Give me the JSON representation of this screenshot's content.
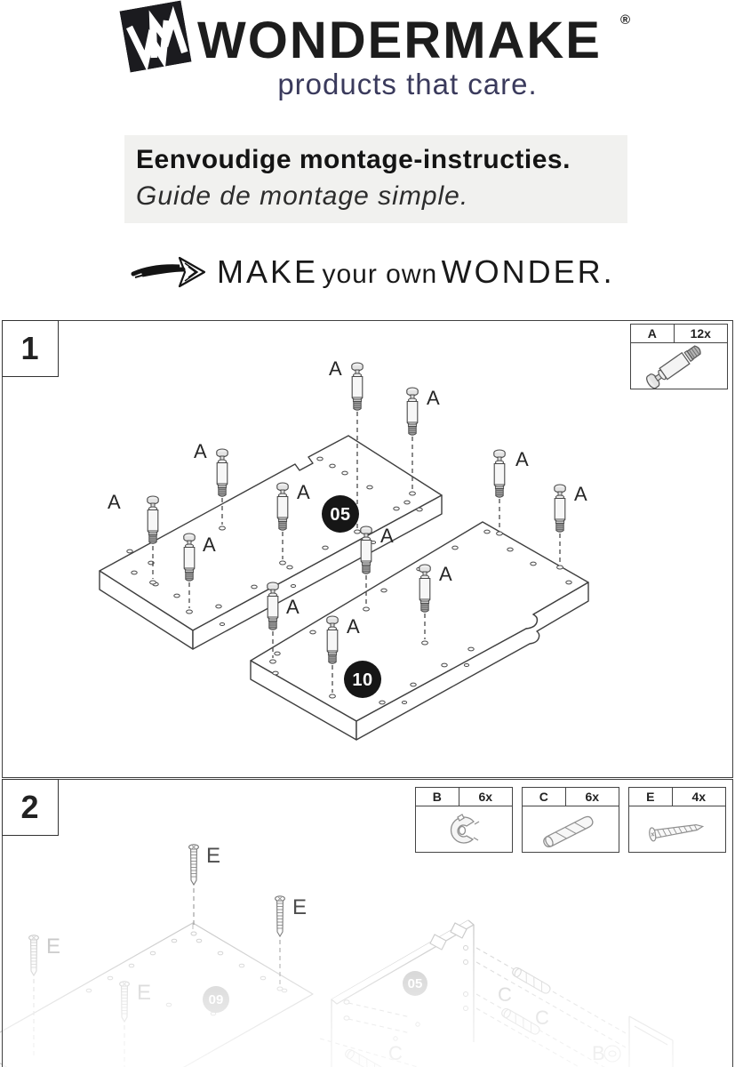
{
  "header": {
    "brand": "WONDERMAKE",
    "registered_mark": "®",
    "tagline": "products that care.",
    "monogram": "WM"
  },
  "intro": {
    "title_nl": "Eenvoudige montage-instructies.",
    "title_fr": "Guide de montage simple.",
    "slogan_make": "MAKE",
    "slogan_middle": "your own",
    "slogan_wonder": "WONDER."
  },
  "steps": {
    "step1": {
      "number": "1",
      "part_label": "A",
      "hardware": [
        {
          "id": "A",
          "qty": "12x",
          "icon": "connector-bolt-icon"
        }
      ],
      "badges": {
        "top_board": "05",
        "bottom_board": "10"
      }
    },
    "step2": {
      "number": "2",
      "hardware": [
        {
          "id": "B",
          "qty": "6x",
          "icon": "cam-lock-icon"
        },
        {
          "id": "C",
          "qty": "6x",
          "icon": "dowel-icon"
        },
        {
          "id": "E",
          "qty": "4x",
          "icon": "screw-icon"
        }
      ],
      "screw_label": "E",
      "dowel_label": "C",
      "cam_label": "B",
      "badges": {
        "left_board": "09",
        "right_board": "05"
      }
    }
  },
  "colors": {
    "tagline": "#3a3a5c",
    "text": "#1c1c1c",
    "intro_bg": "#f1f1ef",
    "panel_border": "#404040",
    "badge_bg": "#161616",
    "faded_stroke": "#c9c9c9"
  }
}
